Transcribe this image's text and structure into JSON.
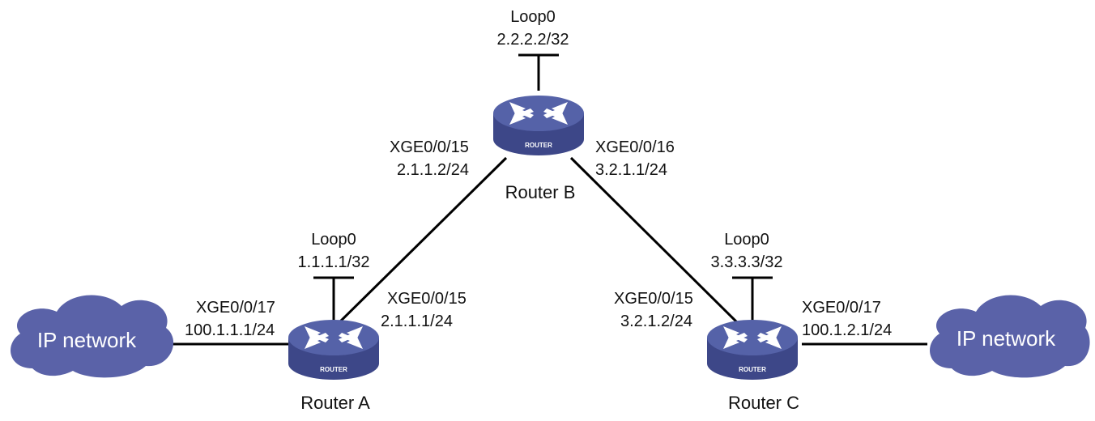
{
  "colors": {
    "router_body": "#5562A8",
    "router_top": "#7C88C4",
    "router_side": "#3D4788",
    "cloud": "#5A62A8",
    "link": "#000000"
  },
  "routers": {
    "a": {
      "name": "Router A",
      "badge": "ROUTER",
      "icon": "router-icon"
    },
    "b": {
      "name": "Router B",
      "badge": "ROUTER",
      "icon": "router-icon"
    },
    "c": {
      "name": "Router C",
      "badge": "ROUTER",
      "icon": "router-icon"
    }
  },
  "loopbacks": {
    "a": {
      "name": "Loop0",
      "ip": "1.1.1.1/32"
    },
    "b": {
      "name": "Loop0",
      "ip": "2.2.2.2/32"
    },
    "c": {
      "name": "Loop0",
      "ip": "3.3.3.3/32"
    }
  },
  "interfaces": {
    "a_xge17": {
      "name": "XGE0/0/17",
      "ip": "100.1.1.1/24"
    },
    "a_xge15": {
      "name": "XGE0/0/15",
      "ip": "2.1.1.1/24"
    },
    "b_xge15": {
      "name": "XGE0/0/15",
      "ip": "2.1.1.2/24"
    },
    "b_xge16": {
      "name": "XGE0/0/16",
      "ip": "3.2.1.1/24"
    },
    "c_xge15": {
      "name": "XGE0/0/15",
      "ip": "3.2.1.2/24"
    },
    "c_xge17": {
      "name": "XGE0/0/17",
      "ip": "100.1.2.1/24"
    }
  },
  "clouds": {
    "left": {
      "label": "IP network"
    },
    "right": {
      "label": "IP network"
    }
  }
}
